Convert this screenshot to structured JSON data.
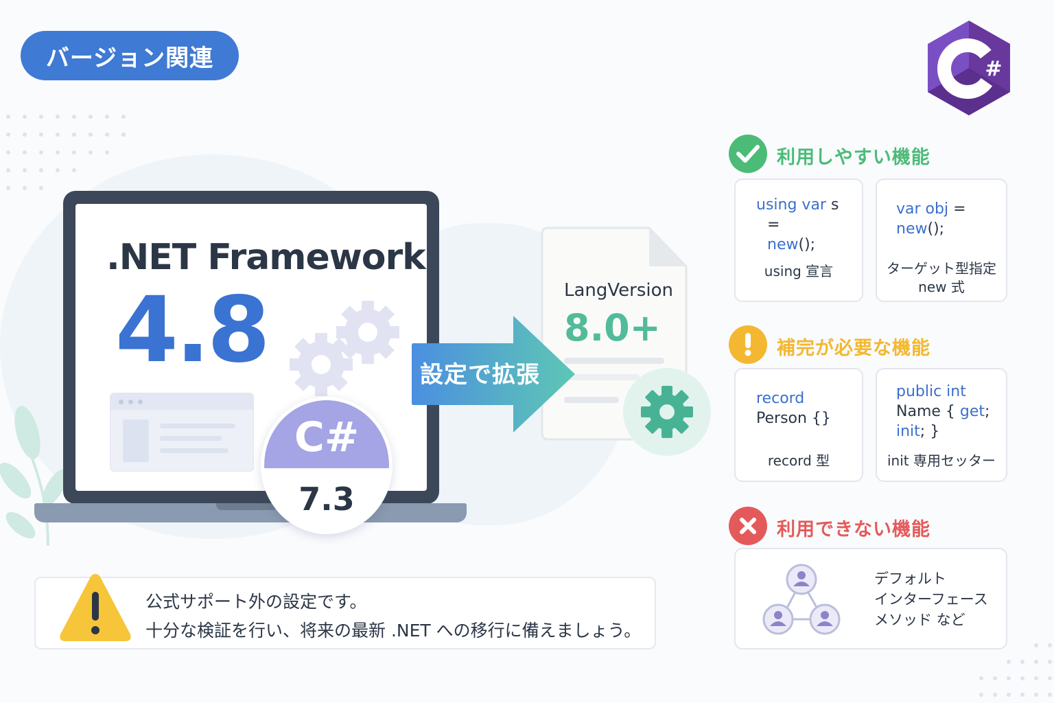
{
  "title": "バージョン関連",
  "net": {
    "name": ".NET Framework",
    "version": "4.8"
  },
  "csharp_badge": {
    "logo": "C#",
    "version": "7.3"
  },
  "arrow_label": "設定で拡張",
  "document": {
    "label": "LangVersion",
    "value": "8.0+"
  },
  "logo_text": "C#",
  "sections": {
    "usable": {
      "title": "利用しやすい機能",
      "color": "#4cbb78",
      "cards": [
        {
          "code_kw1": "using var",
          "code_rest1": " s",
          "code_line2": "=",
          "code_kw3": "new",
          "code_rest3": "();",
          "caption": "using 宣言"
        },
        {
          "code_kw1": "var obj",
          "code_rest1": " =",
          "code_kw2": "new",
          "code_rest2": "();",
          "caption_line1": "ターゲット型指定",
          "caption_line2": "new 式"
        }
      ]
    },
    "polyfill": {
      "title": "補完が必要な機能",
      "color": "#f3b731",
      "cards": [
        {
          "code_kw1": "record",
          "code_line2": "Person {}",
          "caption": "record 型"
        },
        {
          "code_kw1": "public int",
          "code_line2a": "Name { ",
          "code_kw2": "get",
          "code_line2b": ";",
          "code_kw3": "init",
          "code_rest3": "; }",
          "caption": "init 専用セッター"
        }
      ]
    },
    "unavailable": {
      "title": "利用できない機能",
      "color": "#e45a5a",
      "card": {
        "line1": "デフォルト",
        "line2": "インターフェース",
        "line3": "メソッド など"
      }
    }
  },
  "warning": {
    "line1": "公式サポート外の設定です。",
    "line2": "十分な検証を行い、将来の最新 .NET への移行に備えましょう。"
  }
}
